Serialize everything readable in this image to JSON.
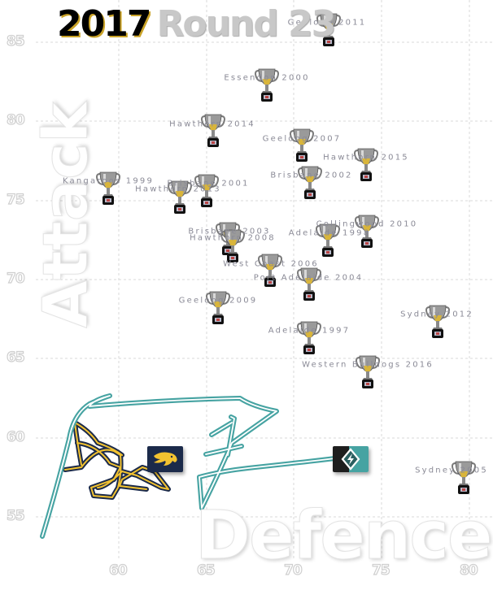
{
  "title": {
    "year": "2017",
    "round": "Round 23"
  },
  "axes": {
    "y_big_label": "Attack",
    "x_big_label": "Defence"
  },
  "colors": {
    "grid": "#d8d8d8",
    "label_text": "#8a8a96",
    "eagles_navy": "#1b2a4a",
    "eagles_gold": "#f2c230",
    "port_teal": "#46a3a2",
    "port_black": "#1e1e1e"
  },
  "chart_data": {
    "type": "scatter",
    "title": "2017 Round 23",
    "xlabel": "Defence",
    "ylabel": "Attack",
    "xlim": [
      57,
      81
    ],
    "ylim": [
      52,
      87
    ],
    "x_ticks": [
      60,
      65,
      70,
      75,
      80
    ],
    "y_ticks": [
      55,
      60,
      65,
      70,
      75,
      80,
      85
    ],
    "grid": true,
    "series": [
      {
        "name": "Premiers",
        "marker": "trophy",
        "points": [
          {
            "label": "Geelong 2011",
            "x": 72.5,
            "y": 85.5
          },
          {
            "label": "Essendon 2000",
            "x": 68.5,
            "y": 82.5
          },
          {
            "label": "Hawthorn 2014",
            "x": 65.3,
            "y": 79.3
          },
          {
            "label": "Geelong 2007",
            "x": 70.1,
            "y": 78.5
          },
          {
            "label": "Hawthorn 2015",
            "x": 73.7,
            "y": 77.3
          },
          {
            "label": "Brisbane 2002",
            "x": 71.0,
            "y": 76.5
          },
          {
            "label": "Kangaroos 1999",
            "x": 59.5,
            "y": 76.0
          },
          {
            "label": "Hawthorn 2013",
            "x": 62.5,
            "y": 75.5
          },
          {
            "label": "Brisbane 2001",
            "x": 64.0,
            "y": 75.7
          },
          {
            "label": "Collingwood 2010",
            "x": 73.7,
            "y": 73.2
          },
          {
            "label": "Adelaide 1998",
            "x": 72.1,
            "y": 72.8
          },
          {
            "label": "Brisbane 2003",
            "x": 66.3,
            "y": 72.8
          },
          {
            "label": "Hawthorn 2008",
            "x": 66.6,
            "y": 72.2
          },
          {
            "label": "West Coast 2006",
            "x": 68.9,
            "y": 70.5
          },
          {
            "label": "Port Adelaide 2004",
            "x": 71.0,
            "y": 69.7
          },
          {
            "label": "Geelong 2009",
            "x": 65.6,
            "y": 68.1
          },
          {
            "label": "Sydney 2012",
            "x": 78.4,
            "y": 67.6
          },
          {
            "label": "Adelaide 1997",
            "x": 71.0,
            "y": 66.2
          },
          {
            "label": "Western Bulldogs 2016",
            "x": 74.0,
            "y": 64.3
          },
          {
            "label": "Sydney 2005",
            "x": 79.8,
            "y": 57.5
          }
        ]
      },
      {
        "name": "West Coast 2017",
        "marker": "eagle-flag",
        "current": {
          "x": 62.6,
          "y": 58.8
        }
      },
      {
        "name": "Port Adelaide 2017",
        "marker": "port-flag",
        "current": {
          "x": 73.6,
          "y": 58.8
        }
      }
    ]
  }
}
